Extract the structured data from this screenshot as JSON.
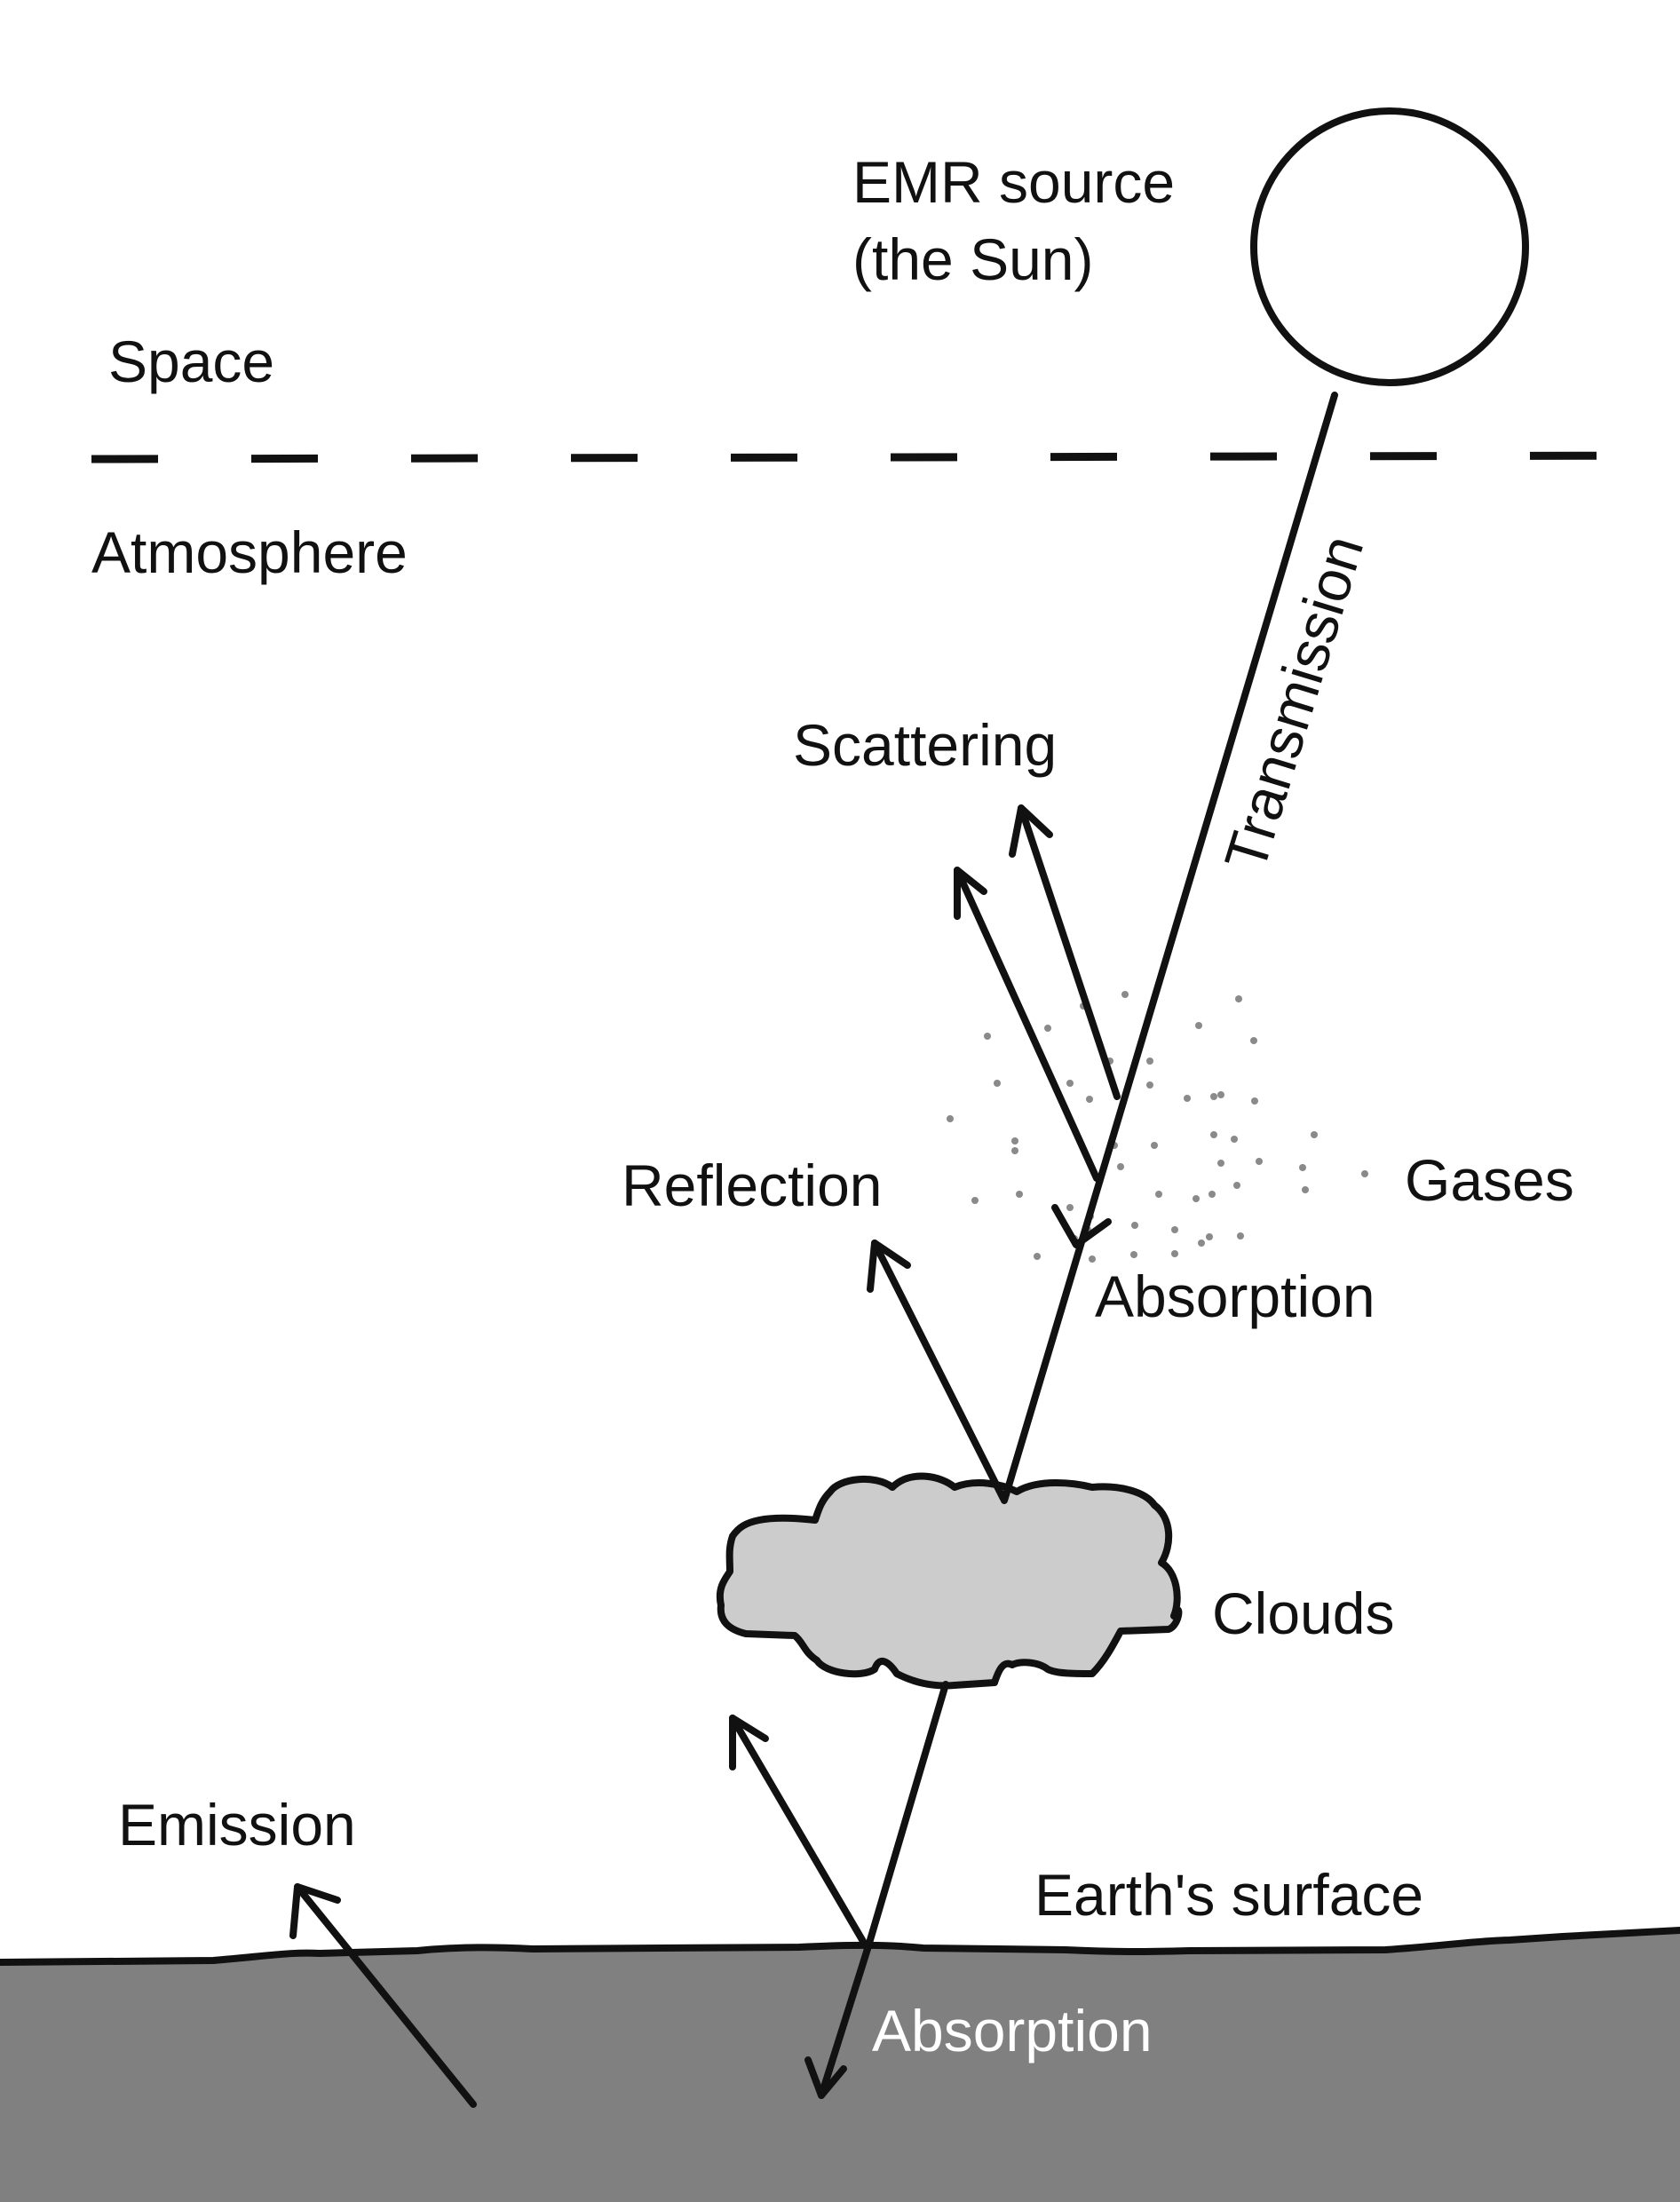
{
  "labels": {
    "sun_line1": "EMR source",
    "sun_line2": "(the Sun)",
    "space": "Space",
    "atmosphere": "Atmosphere",
    "transmission": "Transmission",
    "scattering": "Scattering",
    "reflection": "Reflection",
    "gases": "Gases",
    "absorption_atmosphere": "Absorption",
    "clouds": "Clouds",
    "emission": "Emission",
    "earth_surface": "Earth's surface",
    "absorption_ground": "Absorption"
  },
  "colors": {
    "line": "#111111",
    "cloud_fill": "#cccccc",
    "ground_fill": "#808080",
    "gas_dots": "#8a8a8a",
    "ground_text": "#ffffff"
  }
}
